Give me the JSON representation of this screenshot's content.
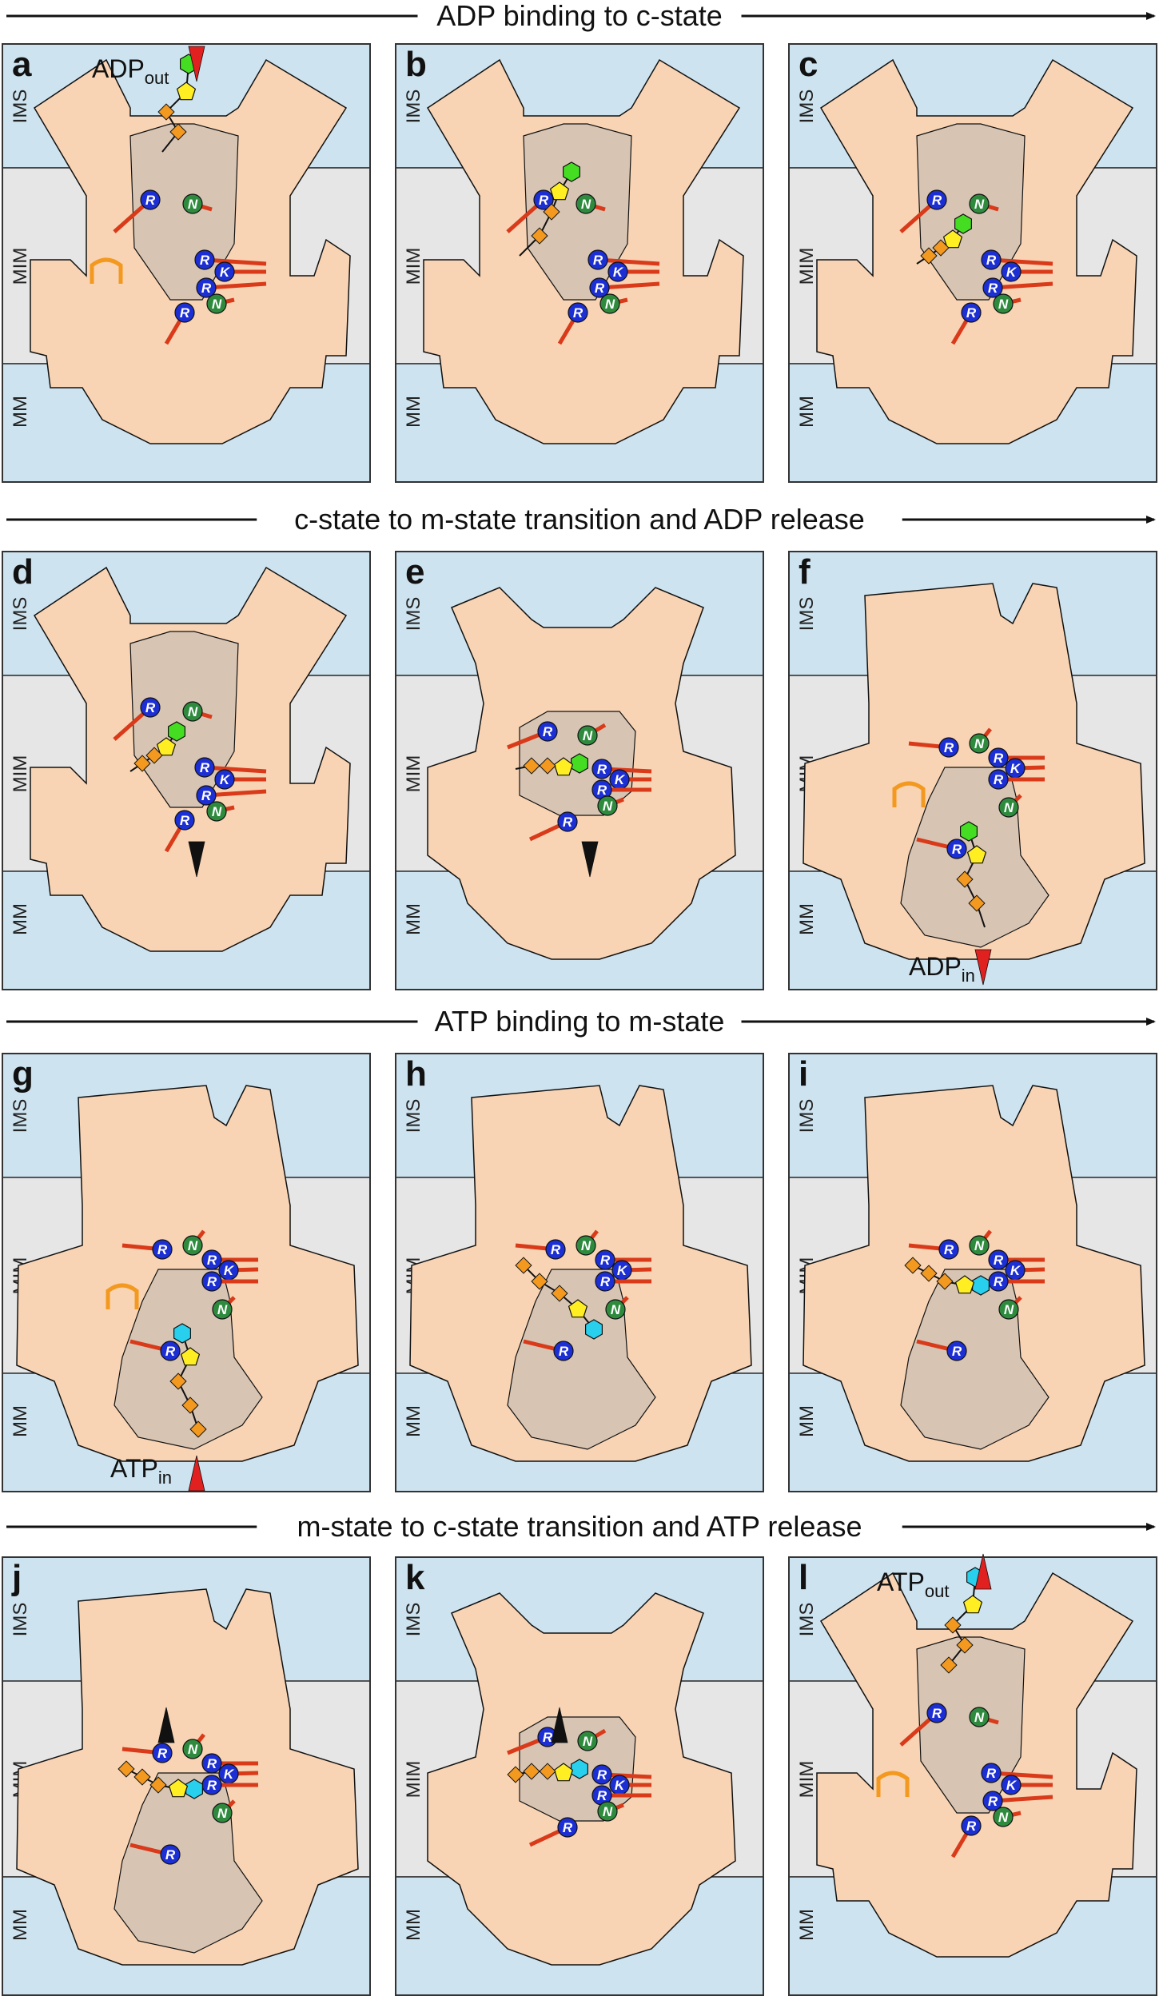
{
  "colors": {
    "ims": "#cde3ef",
    "mim": "#e6e6e6",
    "mm": "#cde3ef",
    "protein": "#f8d4b4",
    "cavity": "#d7c4b3",
    "arg": "#1c2fd4",
    "lys": "#1c2fd4",
    "asn": "#2e8b3e",
    "stick": "#d83a1a",
    "phosphate": "#f3991f",
    "ribose": "#ffee22",
    "adenine_adp": "#44dd22",
    "adenine_atp": "#28d0ee",
    "triangle_red": "#e12020",
    "triangle_black": "#111111"
  },
  "membrane_labels": {
    "ims": "IMS",
    "mim": "MIM",
    "mm": "MM"
  },
  "residue_labels": {
    "arg": "R",
    "lys": "K",
    "asn": "N"
  },
  "headers": [
    "ADP binding to c-state",
    "c-state to m-state transition and ADP release",
    "ATP binding to m-state",
    "m-state to c-state transition and ATP release"
  ],
  "ligand_labels": {
    "adp_out": {
      "main": "ADP",
      "sub": "out"
    },
    "adp_in": {
      "main": "ADP",
      "sub": "in"
    },
    "atp_in": {
      "main": "ATP",
      "sub": "in"
    },
    "atp_out": {
      "main": "ATP",
      "sub": "out"
    }
  },
  "panels": [
    {
      "letter": "a",
      "state": "c",
      "ligand": "ADP",
      "position": "top",
      "arrow": "red-down",
      "label": "adp_out"
    },
    {
      "letter": "b",
      "state": "c",
      "ligand": "ADP",
      "position": "mid"
    },
    {
      "letter": "c",
      "state": "c",
      "ligand": "ADP",
      "position": "bound"
    },
    {
      "letter": "d",
      "state": "c",
      "ligand": "ADP",
      "position": "bound",
      "arrow": "black-down"
    },
    {
      "letter": "e",
      "state": "occluded",
      "ligand": "ADP",
      "position": "bound",
      "arrow": "black-down"
    },
    {
      "letter": "f",
      "state": "m",
      "ligand": "ADP",
      "position": "bottom",
      "arrow": "red-down",
      "label": "adp_in"
    },
    {
      "letter": "g",
      "state": "m",
      "ligand": "ATP",
      "position": "bottom",
      "arrow": "red-up",
      "label": "atp_in"
    },
    {
      "letter": "h",
      "state": "m",
      "ligand": "ATP",
      "position": "mid"
    },
    {
      "letter": "i",
      "state": "m",
      "ligand": "ATP",
      "position": "bound"
    },
    {
      "letter": "j",
      "state": "m",
      "ligand": "ATP",
      "position": "bound",
      "arrow": "black-up"
    },
    {
      "letter": "k",
      "state": "occluded",
      "ligand": "ATP",
      "position": "bound",
      "arrow": "black-up"
    },
    {
      "letter": "l",
      "state": "c",
      "ligand": "ATP",
      "position": "top",
      "arrow": "red-up",
      "label": "atp_out"
    }
  ]
}
